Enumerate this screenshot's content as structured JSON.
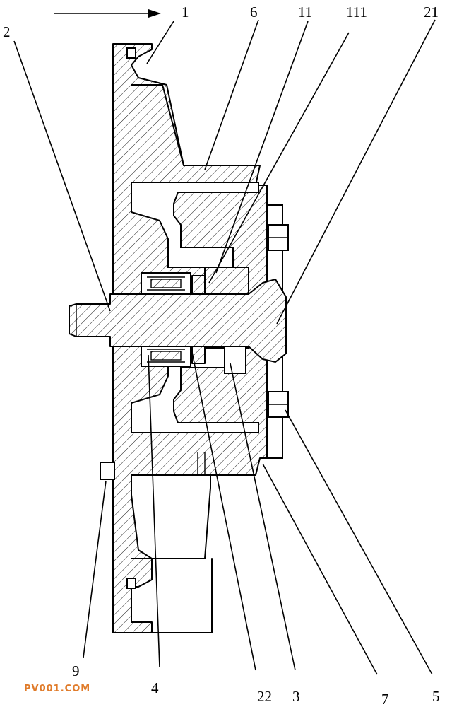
{
  "labels": [
    {
      "id": "label-1",
      "text": "1"
    },
    {
      "id": "label-2",
      "text": "2"
    },
    {
      "id": "label-6",
      "text": "6"
    },
    {
      "id": "label-11",
      "text": "11"
    },
    {
      "id": "label-111",
      "text": "111"
    },
    {
      "id": "label-21",
      "text": "21"
    },
    {
      "id": "label-9",
      "text": "9"
    },
    {
      "id": "label-4",
      "text": "4"
    },
    {
      "id": "label-22",
      "text": "22"
    },
    {
      "id": "label-3",
      "text": "3"
    },
    {
      "id": "label-7",
      "text": "7"
    },
    {
      "id": "label-5",
      "text": "5"
    }
  ],
  "watermark": "PV001.COM"
}
